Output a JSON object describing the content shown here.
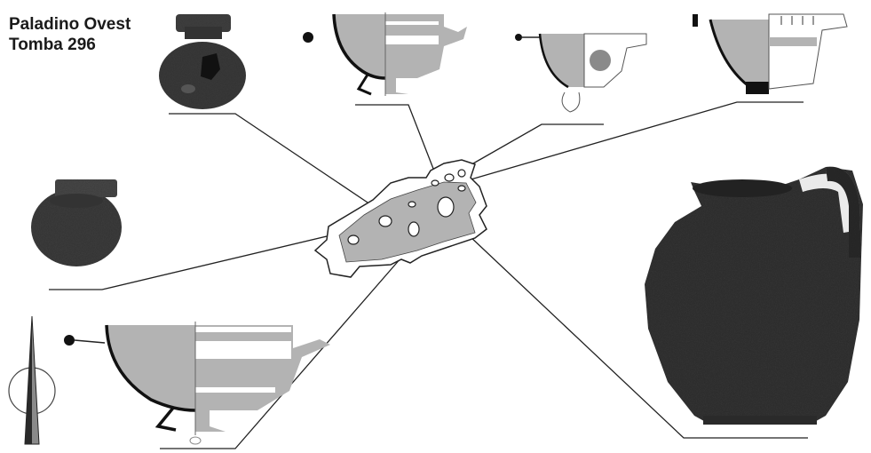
{
  "title": {
    "line1": "Paladino Ovest",
    "line2": "Tomba 296"
  },
  "colors": {
    "section_fill": "#b3b3b3",
    "profile_line": "#111111",
    "leader_line": "#222222",
    "photo_dark": "#2e2e2e",
    "photo_mid": "#4a4a4a"
  },
  "objects": [
    {
      "id": "aryballos-photo-top",
      "kind": "photo"
    },
    {
      "id": "cup-drawing-top",
      "kind": "section-drawing"
    },
    {
      "id": "kylix-drawing-small",
      "kind": "section-drawing"
    },
    {
      "id": "bowl-drawing-right",
      "kind": "section-drawing"
    },
    {
      "id": "aryballos-photo-left",
      "kind": "photo"
    },
    {
      "id": "cup-drawing-large",
      "kind": "section-drawing"
    },
    {
      "id": "oinochoe-photo",
      "kind": "photo"
    },
    {
      "id": "tomb-plan",
      "kind": "plan"
    },
    {
      "id": "north-arrow",
      "kind": "symbol"
    }
  ]
}
